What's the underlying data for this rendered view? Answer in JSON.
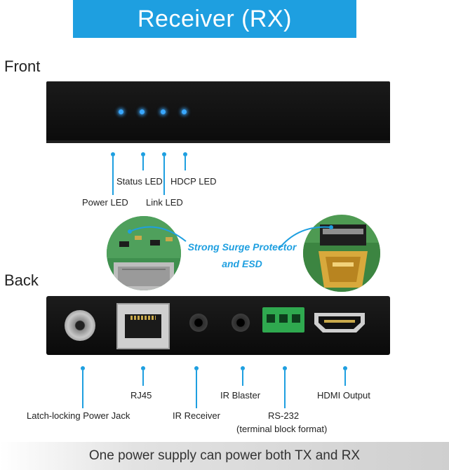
{
  "title": "Receiver (RX)",
  "front": {
    "label": "Front",
    "callouts": {
      "power_led": "Power LED",
      "status_led": "Status LED",
      "link_led": "Link LED",
      "hdcp_led": "HDCP LED"
    }
  },
  "feature": {
    "line1": "Strong Surge Protector",
    "line2": "and ESD"
  },
  "back": {
    "label": "Back",
    "callouts": {
      "power_jack": "Latch-locking Power Jack",
      "rj45": "RJ45",
      "ir_receiver": "IR Receiver",
      "ir_blaster": "IR Blaster",
      "rs232": "RS-232",
      "rs232_note": "(terminal block format)",
      "hdmi_output": "HDMI Output"
    }
  },
  "footer": "One power supply can power both TX and RX",
  "colors": {
    "accent": "#1e9fe0",
    "panel": "#111111",
    "led": "#3aa8ff"
  }
}
